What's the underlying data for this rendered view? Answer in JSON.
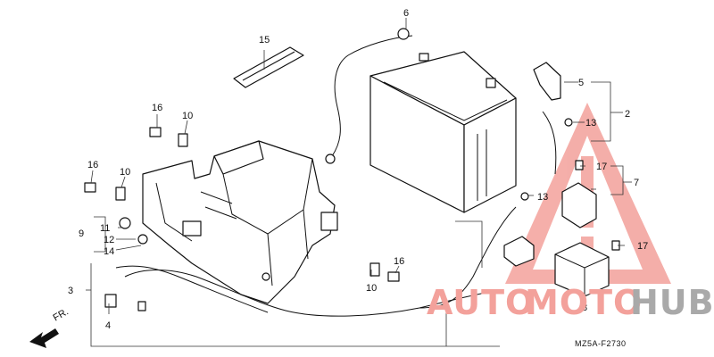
{
  "diagram": {
    "callouts": {
      "n2": "2",
      "n3": "3",
      "n4": "4",
      "n5": "5",
      "n6": "6",
      "n7": "7",
      "n8": "8",
      "n9": "9",
      "n10a": "10",
      "n10b": "10",
      "n10c": "10",
      "n11": "11",
      "n12": "12",
      "n13a": "13",
      "n13b": "13",
      "n14": "14",
      "n15": "15",
      "n16a": "16",
      "n16b": "16",
      "n16c": "16",
      "n17a": "17",
      "n17b": "17"
    },
    "front_marker": "FR.",
    "figure_code": "MZ5A-F2730"
  },
  "watermark": {
    "word_part1": "AUTO",
    "word_part2": "MOTO",
    "word_part3": "HUB",
    "color_primary": "#f3a19b",
    "color_secondary": "#a9a9a9"
  }
}
